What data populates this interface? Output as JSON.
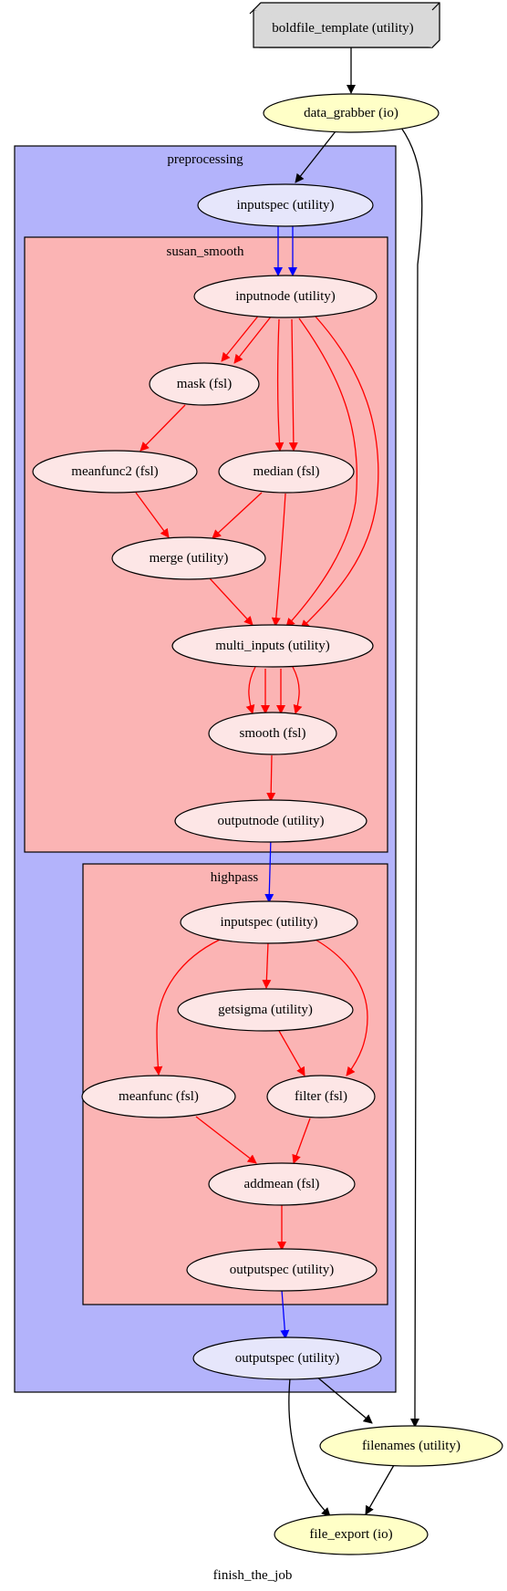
{
  "graph_title": "finish_the_job",
  "colors": {
    "outer_cluster_fill": "#b3b3fb",
    "inner_cluster_fill": "#fbb4b4",
    "outer_node_fill": "#e6e6fb",
    "inner_node_fill": "#fde6e6",
    "io_node_fill": "#ffffc7",
    "box_node_fill": "#d9d9d9",
    "edge_black": "#000000",
    "edge_blue": "#0000ff",
    "edge_red": "#ff0000"
  },
  "clusters": {
    "preprocessing": "preprocessing",
    "susan_smooth": "susan_smooth",
    "highpass": "highpass"
  },
  "nodes": {
    "boldfile_template": "boldfile_template (utility)",
    "data_grabber": "data_grabber (io)",
    "pre_inputspec": "inputspec (utility)",
    "ss_inputnode": "inputnode (utility)",
    "ss_mask": "mask (fsl)",
    "ss_meanfunc2": "meanfunc2 (fsl)",
    "ss_median": "median (fsl)",
    "ss_merge": "merge (utility)",
    "ss_multi_inputs": "multi_inputs (utility)",
    "ss_smooth": "smooth (fsl)",
    "ss_outputnode": "outputnode (utility)",
    "hp_inputspec": "inputspec (utility)",
    "hp_getsigma": "getsigma (utility)",
    "hp_meanfunc": "meanfunc (fsl)",
    "hp_filter": "filter (fsl)",
    "hp_addmean": "addmean (fsl)",
    "hp_outputspec": "outputspec (utility)",
    "pre_outputspec": "outputspec (utility)",
    "filenames": "filenames (utility)",
    "file_export": "file_export (io)"
  }
}
